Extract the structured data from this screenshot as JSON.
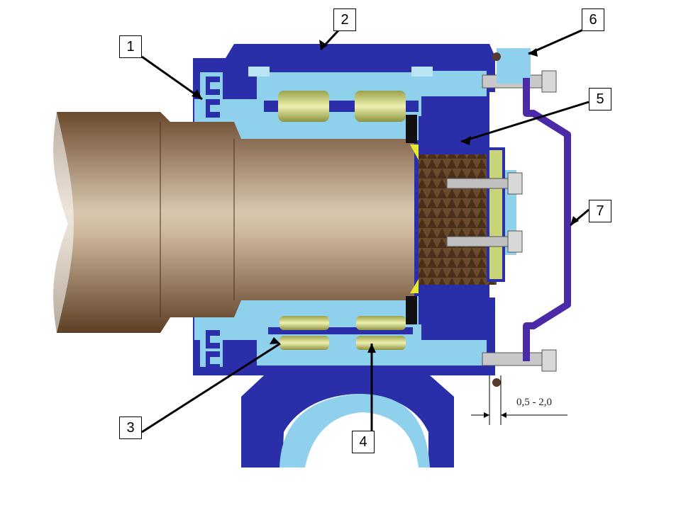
{
  "callouts": [
    {
      "label": "1"
    },
    {
      "label": "2"
    },
    {
      "label": "3"
    },
    {
      "label": "4"
    },
    {
      "label": "5"
    },
    {
      "label": "6"
    },
    {
      "label": "7"
    }
  ],
  "dimension": {
    "label": "0,5 - 2,0"
  },
  "colors": {
    "housing_dark": "#2a2ea8",
    "housing_mid": "#3b3fc4",
    "bearing_light": "#8fd0ec",
    "bearing_pale": "#b8e4f4",
    "roller": "#c8d47a",
    "shaft": "#7a5a3c",
    "shaft_light": "#c9b49a",
    "cover": "#4b2aa8",
    "black": "#111111",
    "yellow": "#e8e830"
  }
}
